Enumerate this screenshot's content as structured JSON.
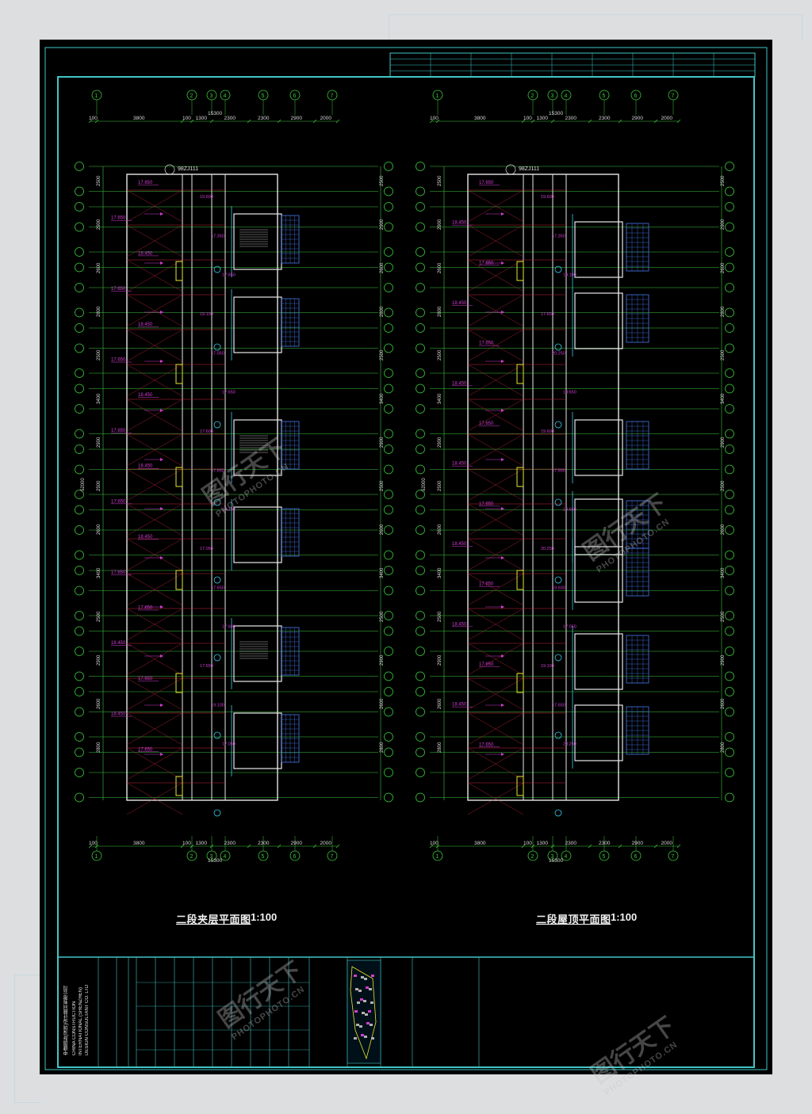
{
  "drawings": [
    {
      "title": "二段夹层平面图",
      "scale": "1:100",
      "top_dims": [
        "100",
        "3800",
        "100",
        "1300",
        "2300",
        "2300",
        "2900",
        "2000"
      ],
      "bottom_dims": [
        "100",
        "3800",
        "100",
        "1300",
        "2300",
        "2300",
        "2900",
        "2000"
      ],
      "overall": "15300",
      "vertical_total": "52000",
      "ref_label": "98ZJ111",
      "level_labels": [
        "17.650",
        "17.650",
        "18.450",
        "17.650",
        "18.450",
        "17.650",
        "18.450",
        "17.650",
        "18.450",
        "17.650",
        "18.450",
        "17.650",
        "17.650",
        "18.450",
        "17.650",
        "18.450",
        "17.650"
      ],
      "mid_labels": [
        "19.600",
        "17.350",
        "17.650",
        "19.100",
        "17.050",
        "17.650",
        "17.600",
        "17.650",
        "19.100",
        "17.050",
        "17.650",
        "17.600",
        "17.650",
        "19.100",
        "17.050"
      ],
      "side_dims": [
        "2500",
        "2900",
        "2600",
        "2800",
        "2500",
        "3400",
        "2900",
        "2500",
        "2600",
        "3400",
        "2500",
        "2900",
        "2600",
        "2800"
      ],
      "axis_labels": [
        "1",
        "2",
        "3",
        "4",
        "5",
        "6",
        "7"
      ]
    },
    {
      "title": "二段屋顶平面图",
      "scale": "1:100",
      "top_dims": [
        "100",
        "3800",
        "100",
        "1300",
        "2300",
        "2300",
        "2900",
        "2000"
      ],
      "bottom_dims": [
        "100",
        "3800",
        "100",
        "1300",
        "2300",
        "2300",
        "2900",
        "2000"
      ],
      "overall": "15300",
      "vertical_total": "52000",
      "ref_label": "98ZJ111",
      "level_labels": [
        "17.650",
        "18.450",
        "17.650",
        "18.450",
        "17.650",
        "18.450",
        "17.650",
        "18.450",
        "17.650",
        "18.450",
        "17.650",
        "18.450",
        "17.650",
        "18.450",
        "17.650"
      ],
      "mid_labels": [
        "19.600",
        "17.350",
        "19.100",
        "17.650",
        "20.250",
        "19.650",
        "19.600",
        "17.650",
        "19.650",
        "20.250",
        "19.600",
        "17.050",
        "19.100",
        "17.650",
        "20.250"
      ],
      "side_dims": [
        "2500",
        "2900",
        "2600",
        "2800",
        "2500",
        "3400",
        "2900",
        "2500",
        "2600",
        "3400",
        "2500",
        "2900",
        "2600",
        "2800"
      ],
      "axis_labels": [
        "1",
        "2",
        "3",
        "4",
        "5",
        "6",
        "7"
      ]
    }
  ],
  "title_block": {
    "company_cn": "中建国际(深圳)设计顾问有限公司",
    "company_en_1": "CHINA CONSTRUCTION",
    "company_en_2": "INTERNATIONAL (SHENZHEN)",
    "company_en_3": "DESIGN CONSULTANT CO. LTD"
  },
  "watermark": {
    "brand": "图行天下",
    "site": "PHOTOPHOTO.CN"
  },
  "colors": {
    "frame": "#41c6c8",
    "axis": "#3cc83c",
    "wall": "#e8e8e8",
    "red": "#c8283c",
    "magenta": "#d23cd2",
    "cyan": "#3cc8e6",
    "yellow": "#e6e632",
    "blue": "#4678f0"
  }
}
